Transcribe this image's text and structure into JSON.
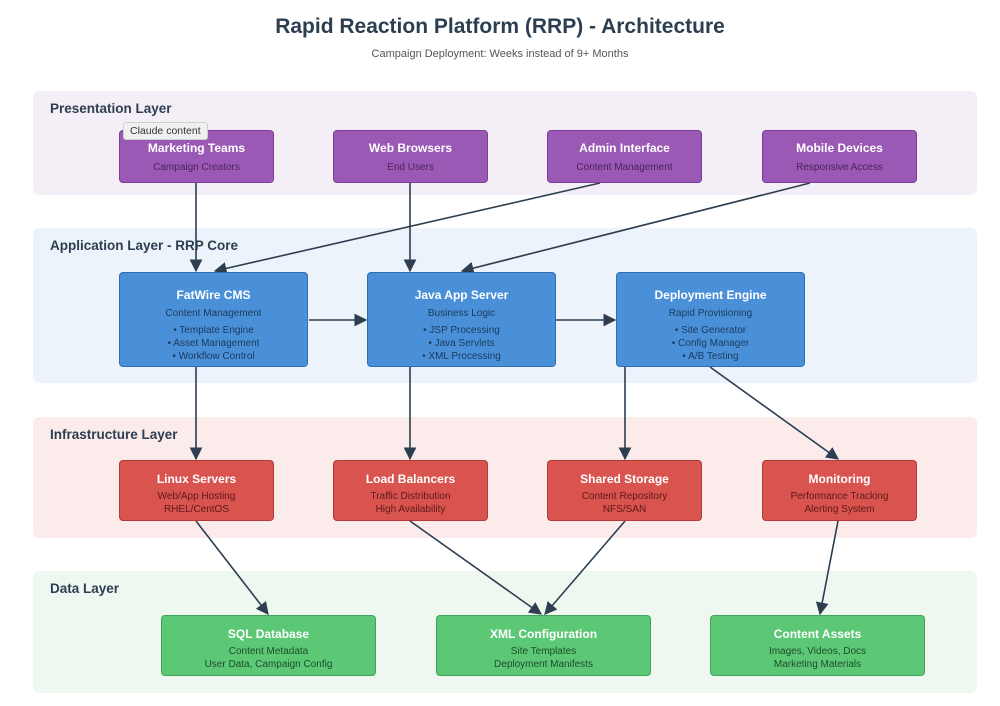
{
  "header": {
    "title": "Rapid Reaction Platform (RRP) - Architecture",
    "subtitle": "Campaign Deployment: Weeks instead of 9+ Months"
  },
  "tooltip": {
    "text": "Claude content"
  },
  "layers": {
    "presentation": {
      "label": "Presentation Layer",
      "nodes": [
        {
          "name": "Marketing Teams",
          "lines": [
            "Campaign Creators"
          ]
        },
        {
          "name": "Web Browsers",
          "lines": [
            "End Users"
          ]
        },
        {
          "name": "Admin Interface",
          "lines": [
            "Content Management"
          ]
        },
        {
          "name": "Mobile Devices",
          "lines": [
            "Responsive Access"
          ]
        }
      ]
    },
    "application": {
      "label": "Application Layer - RRP Core",
      "nodes": [
        {
          "name": "FatWire CMS",
          "lines": [
            "Content Management",
            "• Template Engine",
            "• Asset Management",
            "• Workflow Control"
          ]
        },
        {
          "name": "Java App Server",
          "lines": [
            "Business Logic",
            "• JSP Processing",
            "• Java Servlets",
            "• XML Processing"
          ]
        },
        {
          "name": "Deployment Engine",
          "lines": [
            "Rapid Provisioning",
            "• Site Generator",
            "• Config Manager",
            "• A/B Testing"
          ]
        }
      ]
    },
    "infrastructure": {
      "label": "Infrastructure Layer",
      "nodes": [
        {
          "name": "Linux Servers",
          "lines": [
            "Web/App Hosting",
            "RHEL/CentOS"
          ]
        },
        {
          "name": "Load Balancers",
          "lines": [
            "Traffic Distribution",
            "High Availability"
          ]
        },
        {
          "name": "Shared Storage",
          "lines": [
            "Content Repository",
            "NFS/SAN"
          ]
        },
        {
          "name": "Monitoring",
          "lines": [
            "Performance Tracking",
            "Alerting System"
          ]
        }
      ]
    },
    "data": {
      "label": "Data Layer",
      "nodes": [
        {
          "name": "SQL Database",
          "lines": [
            "Content Metadata",
            "User Data, Campaign Config"
          ]
        },
        {
          "name": "XML Configuration",
          "lines": [
            "Site Templates",
            "Deployment Manifests"
          ]
        },
        {
          "name": "Content Assets",
          "lines": [
            "Images, Videos, Docs",
            "Marketing Materials"
          ]
        }
      ]
    }
  },
  "colors": {
    "presentation_bg": "#f4eef6",
    "application_bg": "#edf3fa",
    "infrastructure_bg": "#fbeceb",
    "data_bg": "#eef7f0",
    "arrow": "#2c3e50"
  }
}
